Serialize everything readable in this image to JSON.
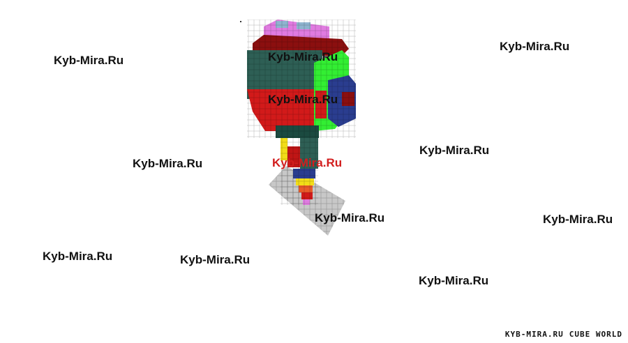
{
  "watermarks": [
    {
      "text": "Kyb-Mira.Ru",
      "tone": "black"
    },
    {
      "text": "Kyb-Mira.Ru",
      "tone": "black"
    },
    {
      "text": "Kyb-Mira.Ru",
      "tone": "black"
    },
    {
      "text": "Kyb-Mira.Ru",
      "tone": "black"
    },
    {
      "text": "Kyb-Mira.Ru",
      "tone": "black"
    },
    {
      "text": "Kyb-Mira.Ru",
      "tone": "black"
    },
    {
      "text": "Kyb-Mira.Ru",
      "tone": "red"
    },
    {
      "text": "Kyb-Mira.Ru",
      "tone": "black"
    },
    {
      "text": "Kyb-Mira.Ru",
      "tone": "black"
    },
    {
      "text": "Kyb-Mira.Ru",
      "tone": "black"
    },
    {
      "text": "Kyb-Mira.Ru",
      "tone": "black"
    },
    {
      "text": "Kyb-Mira.Ru",
      "tone": "black"
    }
  ],
  "footer": {
    "site": "KYB-MIRA.RU",
    "game": "CUBE WORLD"
  },
  "model": {
    "icon": "voxel-character-model",
    "colors": {
      "top": "#e07be0",
      "top_alt": "#8fb4cf",
      "dark_teal": "#2e5f55",
      "red": "#d21a1a",
      "dark_red": "#8b0f0f",
      "green": "#33ee33",
      "blue": "#2a3d8f",
      "floor": "#c8c8c8",
      "yellow": "#f2dd18"
    }
  }
}
